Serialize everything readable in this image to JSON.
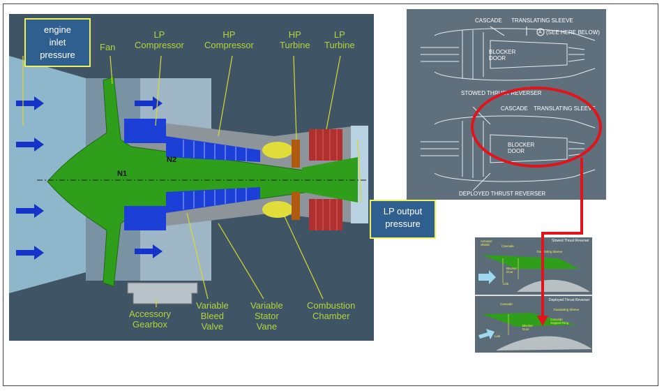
{
  "engine": {
    "labels": {
      "fan": "Fan",
      "lp_compressor": "LP\nCompressor",
      "hp_compressor": "HP\nCompressor",
      "hp_turbine": "HP\nTurbine",
      "lp_turbine": "LP\nTurbine",
      "n1": "N1",
      "n2": "N2",
      "accessory_gearbox": "Accessory\nGearbox",
      "variable_bleed_valve": "Variable\nBleed\nValve",
      "variable_stator_vane": "Variable\nStator\nVane",
      "combustion_chamber": "Combustion\nChamber"
    },
    "callouts": {
      "inlet": "engine\ninlet\npressure",
      "lp_output": "LP output\npressure"
    }
  },
  "reverser": {
    "cascade_top": "CASCADE",
    "sleeve_top": "TRANSLATING SLEEVE",
    "see_here": "(SEE HERE BELOW)",
    "marker": "A",
    "blocker_top": "BLOCKER\nDOOR",
    "stowed": "STOWED THRUST REVERSER",
    "cascade_bottom": "CASCADE",
    "sleeve_bottom": "TRANSLATING SLEEVE",
    "blocker_bottom": "BLOCKER\nDOOR",
    "deployed": "DEPLOYED THRUST REVERSER"
  },
  "detail": {
    "stowed_title": "Stowed Thrust Reverser",
    "deployed_title": "Deployed Thrust Reverser",
    "actuator": "Actuator\nShield",
    "cascade_1": "Cascade",
    "sleeve_1": "Translating Sleeve",
    "blocker_1": "Blocker\nDoor",
    "link_1": "Link",
    "cascade_2": "Cascade",
    "sleeve_2": "Translating Sleeve",
    "support_ring": "Cascade\nSupport Ring",
    "blocker_2": "Blocker\nDoor",
    "link_2": "Link"
  },
  "colors": {
    "fan_green": "#2f9e1a",
    "compressor_blue": "#1c3fd8",
    "label_green": "#b4d43a",
    "callout_blue": "#2f5f8f",
    "callout_border": "#f0f05a",
    "highlight_red": "#e0141a"
  }
}
